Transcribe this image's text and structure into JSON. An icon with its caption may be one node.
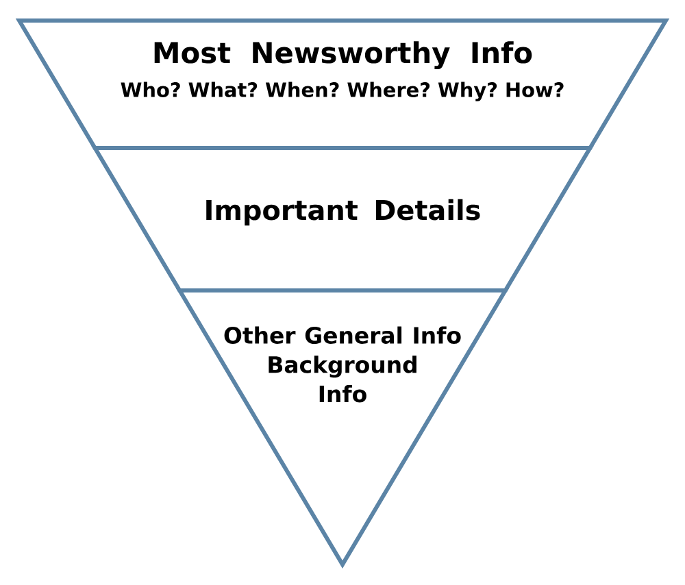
{
  "diagram": {
    "nodes": [
      {
        "text": [
          "Most Newsworthy Info",
          "Who? What? When? Where? Why? How?"
        ]
      },
      {
        "text": [
          "Important Details"
        ]
      },
      {
        "text": [
          "Other General Info Background Info"
        ]
      }
    ]
  }
}
